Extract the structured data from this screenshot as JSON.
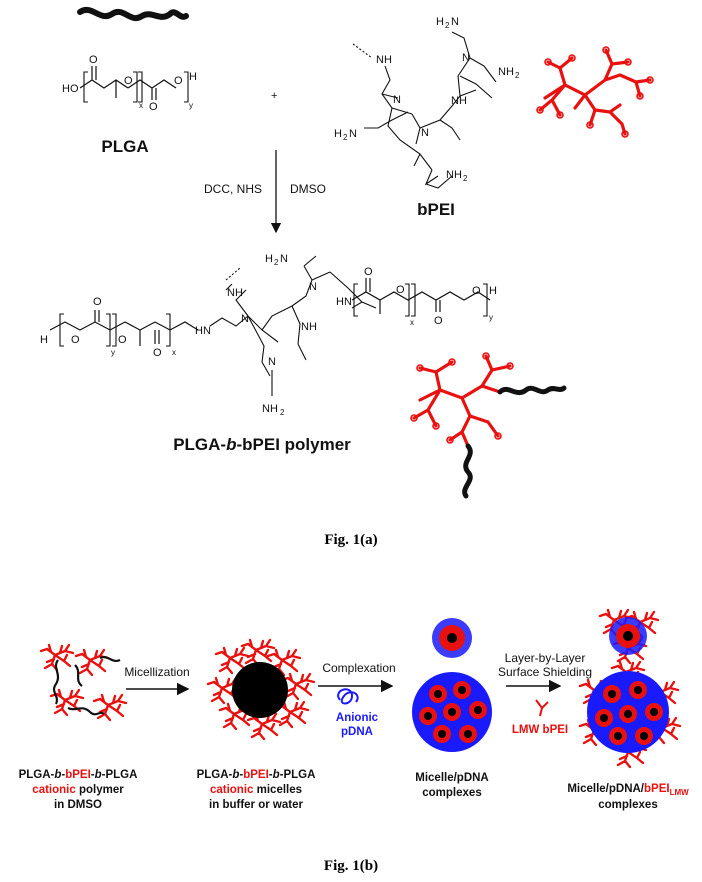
{
  "panel_a": {
    "plga_name": "PLGA",
    "bpei_name": "bPEI",
    "product_name_prefix": "PLGA-",
    "product_name_italic": "b",
    "product_name_suffix": "-bPEI polymer",
    "reagents_left": "DCC, NHS",
    "solvent": "DMSO",
    "plus_sign": "+",
    "atoms": {
      "ho": "HO",
      "o": "O",
      "h": "H",
      "x": "x",
      "y": "y",
      "nh": "NH",
      "hn": "HN",
      "n": "N",
      "h2n": "H",
      "nh2": "NH",
      "two": "2"
    },
    "caption": "Fig. 1(a)",
    "colors": {
      "pei": "#e8110f",
      "plga": "#111111"
    }
  },
  "panel_b": {
    "steps": {
      "micellization": "Micellization",
      "complexation": "Complexation",
      "lbl_line1": "Layer-by-Layer",
      "lbl_line2": "Surface Shielding"
    },
    "anionic_line1": "Anionic",
    "anionic_line2": "pDNA",
    "lmw_bpei": "LMW bPEI",
    "polymer_desc": {
      "line1_a": "PLGA-",
      "line1_b": "b",
      "line1_c": "-",
      "line1_d": "bPEI",
      "line1_e": "-",
      "line1_f": "b",
      "line1_g": "-PLGA",
      "line2_red": "cationic",
      "line2_black": " polymer",
      "line3": "in DMSO"
    },
    "micelle_desc": {
      "line2_red": "cationic",
      "line2_black": " micelles",
      "line3": "in buffer or water"
    },
    "complex_desc": {
      "line1": "Micelle/pDNA",
      "line2": "complexes"
    },
    "shielded_desc": {
      "line1_a": "Micelle/pDNA/",
      "line1_b": "bPEI",
      "line1_sub": "LMW",
      "line2": "complexes"
    },
    "caption": "Fig. 1(b)",
    "colors": {
      "pei": "#e8110f",
      "dna": "#1a1aff",
      "core": "#000000"
    }
  }
}
